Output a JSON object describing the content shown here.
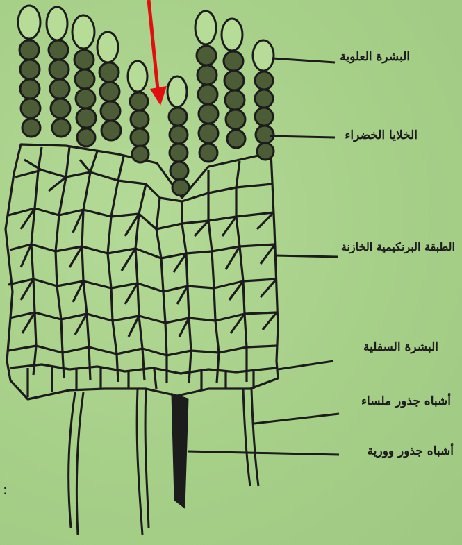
{
  "labels": {
    "upper_epidermis": "البشرة العلوية",
    "green_cells": "الخلايا الخضراء",
    "storage_parenchyma": "الطبقة البرنكيمية الخازنة",
    "lower_epidermis": "البشرة السفلية",
    "smooth_rhizoids": "أشباه جذور ملساء",
    "scaly_rhizoids": "أشباه جذور وورية"
  },
  "colors": {
    "background": "#a8d08a",
    "ink": "#1c1c1c",
    "arrow": "#e01010"
  }
}
